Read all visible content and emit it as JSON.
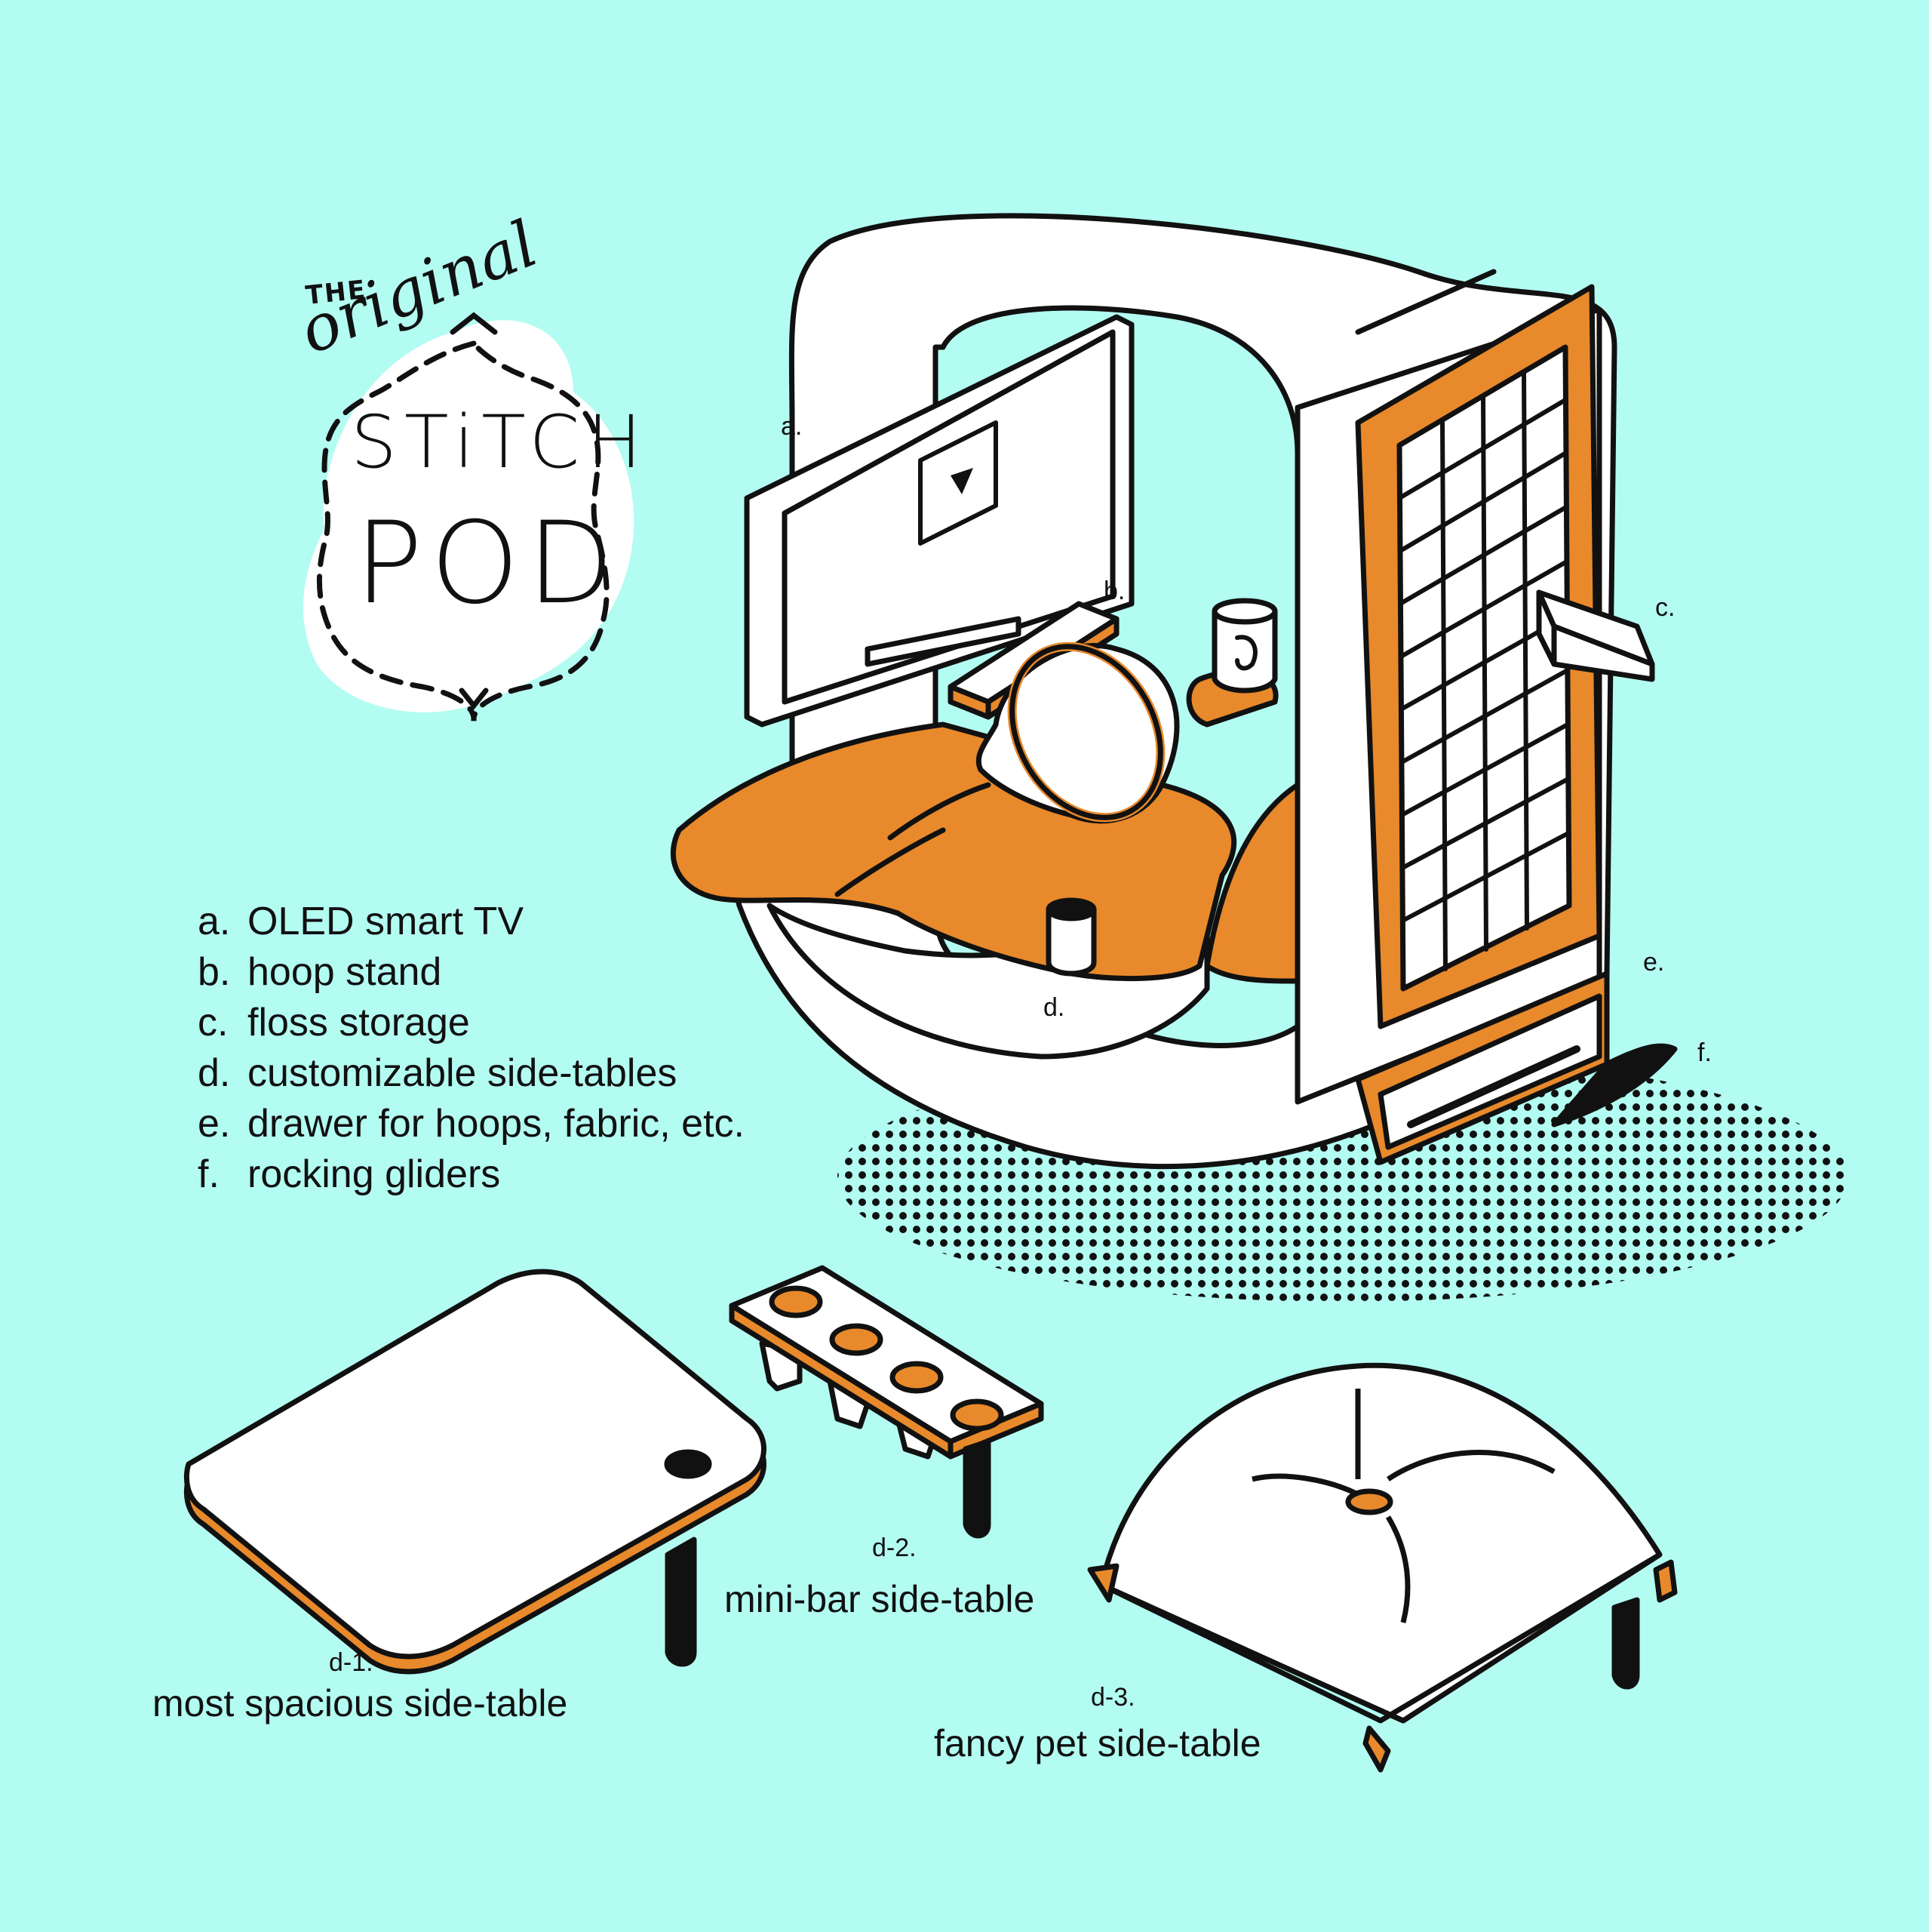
{
  "logo": {
    "the": "THE",
    "original": "original",
    "stitch": "STiTCH",
    "pod": "POD"
  },
  "callouts": {
    "a": "a.",
    "b": "b.",
    "c": "c.",
    "d": "d.",
    "e": "e.",
    "f": "f."
  },
  "legend": [
    {
      "key": "a.",
      "text": "OLED smart TV"
    },
    {
      "key": "b.",
      "text": "hoop stand"
    },
    {
      "key": "c.",
      "text": "floss storage"
    },
    {
      "key": "d.",
      "text": "customizable side-tables"
    },
    {
      "key": "e.",
      "text": "drawer for hoops, fabric, etc."
    },
    {
      "key": "f.",
      "text": "rocking gliders"
    }
  ],
  "side_tables": [
    {
      "code": "d-1.",
      "name": "most spacious side-table"
    },
    {
      "code": "d-2.",
      "name": "mini-bar side-table"
    },
    {
      "code": "d-3.",
      "name": "fancy pet side-table"
    }
  ],
  "colors": {
    "background": "#b3fcf2",
    "accent": "#e8892b",
    "outline": "#111111",
    "fill": "#ffffff"
  }
}
